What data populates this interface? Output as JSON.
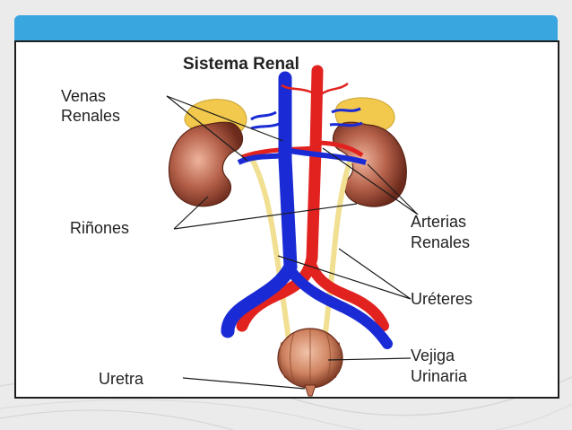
{
  "slide": {
    "accent_color": "#3aa6df",
    "background_color": "#ebebeb"
  },
  "diagram": {
    "title": "Sistema Renal",
    "labels": {
      "venas_line1": "Venas",
      "venas_line2": "Renales",
      "rinones": "Riñones",
      "arterias_line1": "Arterias",
      "arterias_line2": "Renales",
      "ureteres": "Uréteres",
      "vejiga_line1": "Vejiga",
      "vejiga_line2": "Urinaria",
      "uretra": "Uretra"
    },
    "colors": {
      "vein": "#1a2bd6",
      "artery": "#e1221f",
      "kidney": "#9a4a31",
      "adrenal": "#f2c94c",
      "ureter": "#f1df92",
      "bladder": "#c97a5a"
    }
  }
}
